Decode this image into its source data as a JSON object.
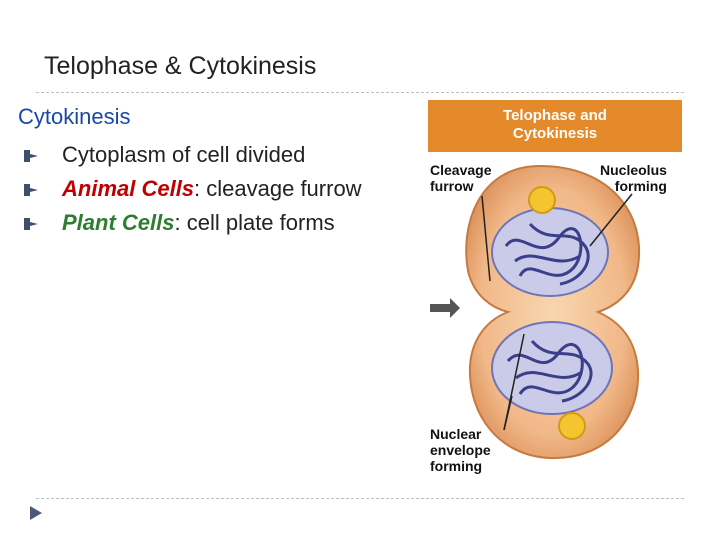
{
  "slide": {
    "title": "Telophase & Cytokinesis",
    "heading": "Cytokinesis",
    "bullets": [
      {
        "prefix": "",
        "emphasis": "",
        "rest": "Cytoplasm of cell divided"
      },
      {
        "prefix": "",
        "emphasis": "Animal Cells",
        "rest": ": cleavage furrow"
      },
      {
        "prefix": "",
        "emphasis": "Plant Cells",
        "rest": ": cell plate forms"
      }
    ]
  },
  "figure": {
    "banner_line1": "Telophase and",
    "banner_line2": "Cytokinesis",
    "label_cleavage_1": "Cleavage",
    "label_cleavage_2": "furrow",
    "label_nucleolus_1": "Nucleolus",
    "label_nucleolus_2": "forming",
    "label_envelope_1": "Nuclear",
    "label_envelope_2": "envelope",
    "label_envelope_3": "forming"
  },
  "colors": {
    "heading": "#1a47a8",
    "animal_emphasis": "#c00000",
    "plant_emphasis": "#2e7d32",
    "banner": "#e58a2a",
    "cell_fill": "#f3c08e",
    "nucleus_fill": "#c9cbe8"
  },
  "icons": {
    "bullet": "bullet-arrow-icon",
    "nav": "slide-nav-arrow-icon"
  }
}
